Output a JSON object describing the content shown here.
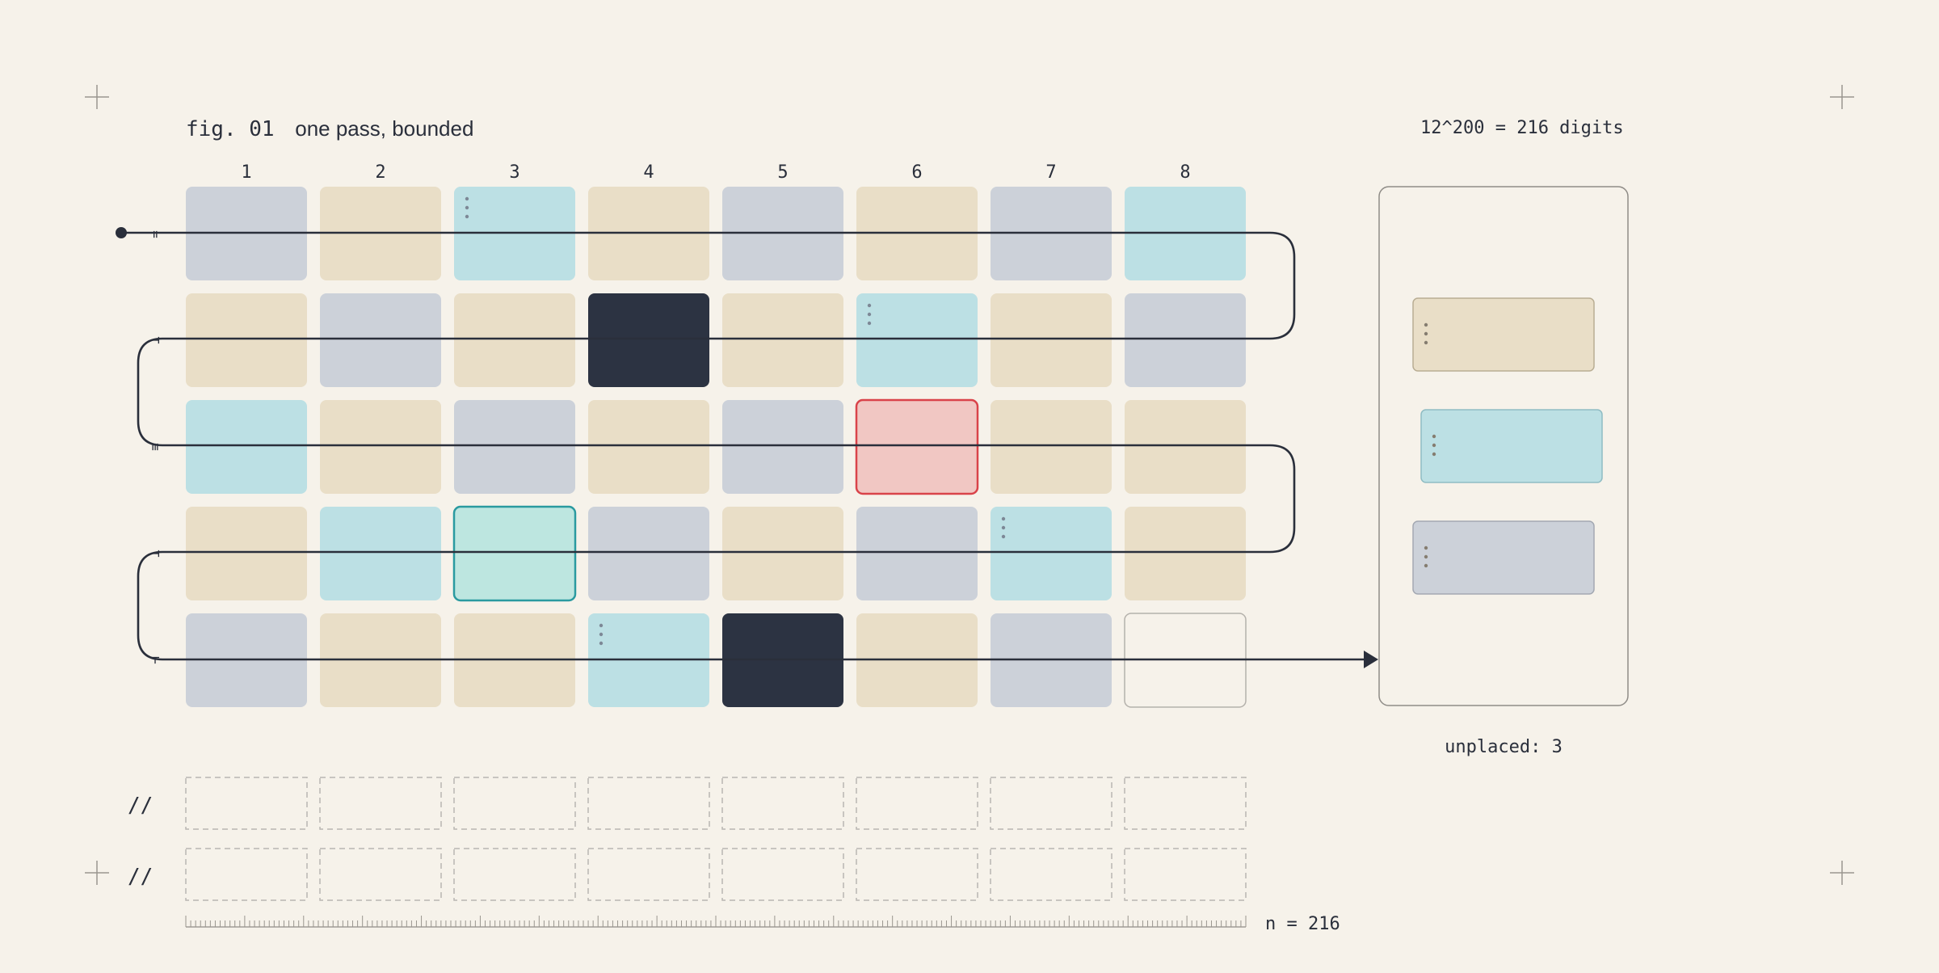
{
  "title": {
    "fig": "fig. 01",
    "caption": "one pass, bounded"
  },
  "digits_note": "12^200 = 216 digits",
  "columns": [
    "1",
    "2",
    "3",
    "4",
    "5",
    "6",
    "7",
    "8"
  ],
  "row_markers": [
    "=",
    "⊤",
    "≡",
    "⊤",
    "⊢"
  ],
  "grid": [
    [
      "gray",
      "beige",
      "cyan",
      "beige",
      "gray",
      "beige",
      "gray",
      "cyan"
    ],
    [
      "beige",
      "gray",
      "beige",
      "dark",
      "beige",
      "cyan",
      "beige",
      "gray"
    ],
    [
      "cyan",
      "beige",
      "gray",
      "beige",
      "gray",
      "red",
      "beige",
      "beige"
    ],
    [
      "beige",
      "cyan",
      "teal",
      "gray",
      "beige",
      "gray",
      "cyan",
      "beige"
    ],
    [
      "gray",
      "beige",
      "beige",
      "cyan",
      "dark",
      "beige",
      "gray",
      "empty"
    ]
  ],
  "dotted_cells": [
    [
      0,
      2
    ],
    [
      1,
      5
    ],
    [
      3,
      6
    ],
    [
      4,
      3
    ]
  ],
  "tray": {
    "tiles": [
      "beige",
      "cyan",
      "gray"
    ],
    "label": "unplaced: 3"
  },
  "overflow_rows": {
    "marker": "//",
    "count": 2
  },
  "ruler_label": "n = 216",
  "colors": {
    "background": "#f6f2ea",
    "ink": "#2a2f3b",
    "gray": "#ccd1d9",
    "beige": "#e9dec7",
    "cyan": "#bce0e4",
    "dark": "#2c3342",
    "red_fill": "#f1c7c3",
    "red_stroke": "#d9434a",
    "teal_fill": "#bde6e0",
    "teal_stroke": "#2a9aa0",
    "dashed": "#b9b6b1"
  }
}
